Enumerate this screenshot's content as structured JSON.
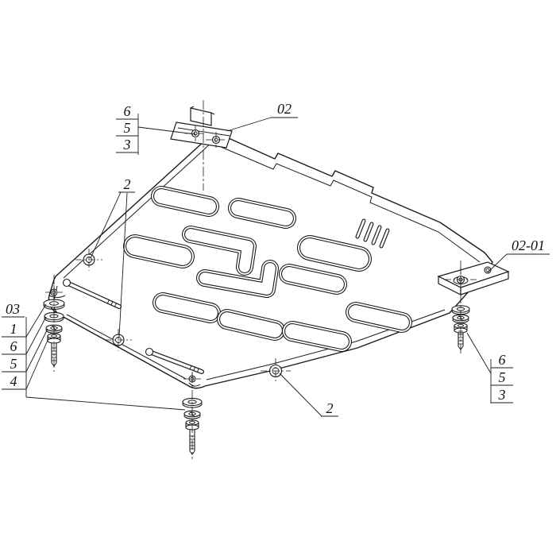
{
  "drawing": {
    "colors": {
      "ink": "#1b1b1b",
      "background": "#ffffff"
    },
    "callouts": {
      "top_stack": [
        "6",
        "5",
        "3"
      ],
      "bracket_ref": "02",
      "left_holes_ref": "2",
      "right_bracket_ref": "02-01",
      "kit_ref": "03",
      "kit_items": [
        "1",
        "6",
        "5",
        "4"
      ],
      "right_stack": [
        "6",
        "5",
        "3"
      ],
      "bottom_hole_ref": "2"
    }
  }
}
